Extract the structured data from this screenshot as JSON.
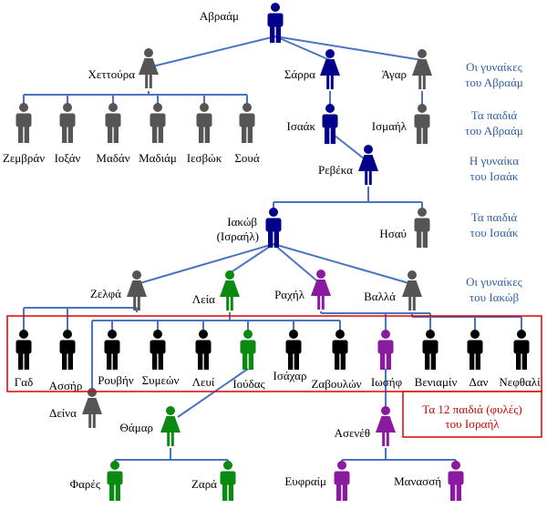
{
  "colors": {
    "line": "#4a74bf",
    "men_main": "#00008b",
    "women_main": "#00008b",
    "grey": "#555555",
    "black": "#000000",
    "green": "#0b8a12",
    "purple": "#8a1aa0",
    "frame": "#e00000",
    "side_text": "#2e5ea6",
    "note_text": "#d40000"
  },
  "people": {
    "avraam": {
      "name": "Αβραάμ",
      "icon": "male-icon",
      "color": "#00008b"
    },
    "hettoura": {
      "name": "Χεττούρα",
      "icon": "female-icon",
      "color": "#555555"
    },
    "sarra": {
      "name": "Σάρρα",
      "icon": "female-icon",
      "color": "#00008b"
    },
    "agar": {
      "name": "Άγαρ",
      "icon": "female-icon",
      "color": "#555555"
    },
    "zemvran": {
      "name": "Ζεμβράν",
      "icon": "male-icon",
      "color": "#555555"
    },
    "ioksan": {
      "name": "Ιοξάν",
      "icon": "male-icon",
      "color": "#555555"
    },
    "madan": {
      "name": "Μαδάν",
      "icon": "male-icon",
      "color": "#555555"
    },
    "madiam": {
      "name": "Μαδιάμ",
      "icon": "male-icon",
      "color": "#555555"
    },
    "iesvok": {
      "name": "Ιεσβώκ",
      "icon": "male-icon",
      "color": "#555555"
    },
    "soua": {
      "name": "Σουά",
      "icon": "male-icon",
      "color": "#555555"
    },
    "isaak": {
      "name": "Ισαάκ",
      "icon": "male-icon",
      "color": "#00008b"
    },
    "ismail": {
      "name": "Ισμαήλ",
      "icon": "male-icon",
      "color": "#555555"
    },
    "reveka": {
      "name": "Ρεβέκα",
      "icon": "female-icon",
      "color": "#00008b"
    },
    "iakov": {
      "name": "Ιακώβ",
      "name2": "(Ισραήλ)",
      "icon": "male-icon",
      "color": "#00008b"
    },
    "isau": {
      "name": "Ησαύ",
      "icon": "male-icon",
      "color": "#555555"
    },
    "zelfa": {
      "name": "Ζελφά",
      "icon": "female-icon",
      "color": "#555555"
    },
    "leia": {
      "name": "Λεία",
      "icon": "female-icon",
      "color": "#0b8a12"
    },
    "rahil": {
      "name": "Ραχήλ",
      "icon": "female-icon",
      "color": "#8a1aa0"
    },
    "valla": {
      "name": "Βαλλά",
      "icon": "female-icon",
      "color": "#555555"
    },
    "gad": {
      "name": "Γαδ",
      "icon": "male-icon",
      "color": "#000000"
    },
    "asir": {
      "name": "Ασσήρ",
      "icon": "male-icon",
      "color": "#000000"
    },
    "rouvin": {
      "name": "Ρουβήν",
      "icon": "male-icon",
      "color": "#000000"
    },
    "symeon": {
      "name": "Συμεών",
      "icon": "male-icon",
      "color": "#000000"
    },
    "levi": {
      "name": "Λευί",
      "icon": "male-icon",
      "color": "#000000"
    },
    "ioudas": {
      "name": "Ιούδας",
      "icon": "male-icon",
      "color": "#0b8a12"
    },
    "isahar": {
      "name": "Ισάχαρ",
      "icon": "male-icon",
      "color": "#000000"
    },
    "zavoulon": {
      "name": "Ζαβουλών",
      "icon": "male-icon",
      "color": "#000000"
    },
    "iosif": {
      "name": "Ιωσήφ",
      "icon": "male-icon",
      "color": "#8a1aa0"
    },
    "veniamin": {
      "name": "Βενιαμίν",
      "icon": "male-icon",
      "color": "#000000"
    },
    "dan": {
      "name": "Δαν",
      "icon": "male-icon",
      "color": "#000000"
    },
    "nefthali": {
      "name": "Νεφθαλί",
      "icon": "male-icon",
      "color": "#000000"
    },
    "deina": {
      "name": "Δείνα",
      "icon": "female-icon",
      "color": "#555555"
    },
    "thamar": {
      "name": "Θάμαρ",
      "icon": "female-icon",
      "color": "#0b8a12"
    },
    "asenef": {
      "name": "Ασενέθ",
      "icon": "female-icon",
      "color": "#8a1aa0"
    },
    "fares": {
      "name": "Φαρές",
      "icon": "male-icon",
      "color": "#0b8a12"
    },
    "zara": {
      "name": "Ζαρά",
      "icon": "male-icon",
      "color": "#0b8a12"
    },
    "efraim": {
      "name": "Ευφραίμ",
      "icon": "male-icon",
      "color": "#8a1aa0"
    },
    "manassi": {
      "name": "Μανασσή",
      "icon": "male-icon",
      "color": "#8a1aa0"
    }
  },
  "side_labels": {
    "wives_avraam": [
      "Οι γυναίκες",
      "του Αβραάμ"
    ],
    "children_avraam": [
      "Τα παιδιά",
      "του Αβραάμ"
    ],
    "wife_isaak": [
      "Η γυναίκα",
      "του Ισαάκ"
    ],
    "children_isaak": [
      "Τα παιδιά",
      "του Ισαάκ"
    ],
    "wives_iakov": [
      "Οι γυναίκες",
      "του Ιακώβ"
    ]
  },
  "note": [
    "Τα 12 παιδιά (φυλές)",
    "του Ισραήλ"
  ]
}
